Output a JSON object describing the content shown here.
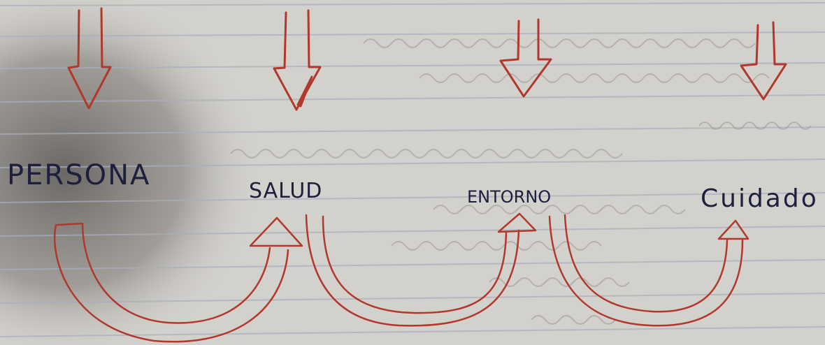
{
  "diagram": {
    "concepts": [
      {
        "id": "persona",
        "label": "PERSONA"
      },
      {
        "id": "salud",
        "label": "SALUD"
      },
      {
        "id": "entorno",
        "label": "ENTORNO"
      },
      {
        "id": "cuidado",
        "label": "Cuidado"
      }
    ],
    "connections": [
      {
        "from": "persona",
        "to": "salud"
      },
      {
        "from": "salud",
        "to": "entorno"
      },
      {
        "from": "entorno",
        "to": "cuidado"
      }
    ]
  },
  "colors": {
    "ink_red": "#b0382c",
    "ink_blue": "#1d1f3d",
    "paper": "#cfcdc8",
    "shadow": "#6e6b66",
    "rule_line": "#a9aec0",
    "faint_text": "#8f8c86"
  }
}
